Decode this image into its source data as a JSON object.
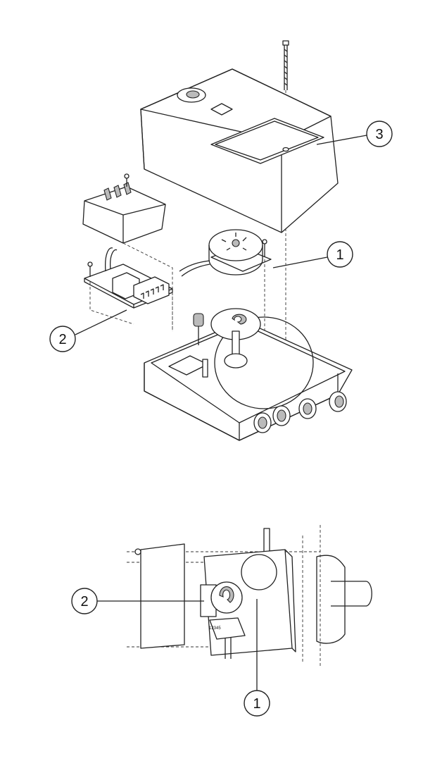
{
  "upper_view": {
    "callouts": [
      {
        "label": "3",
        "part": "cover"
      },
      {
        "label": "1",
        "part": "motor"
      },
      {
        "label": "2",
        "part": "circuit-board"
      }
    ]
  },
  "lower_view": {
    "callouts": [
      {
        "label": "2",
        "part": "circuit-board"
      },
      {
        "label": "1",
        "part": "motor"
      }
    ],
    "terminal_text": "12345"
  },
  "colors": {
    "line": "#222222",
    "background": "#ffffff",
    "shade": "#bbbbbb"
  }
}
